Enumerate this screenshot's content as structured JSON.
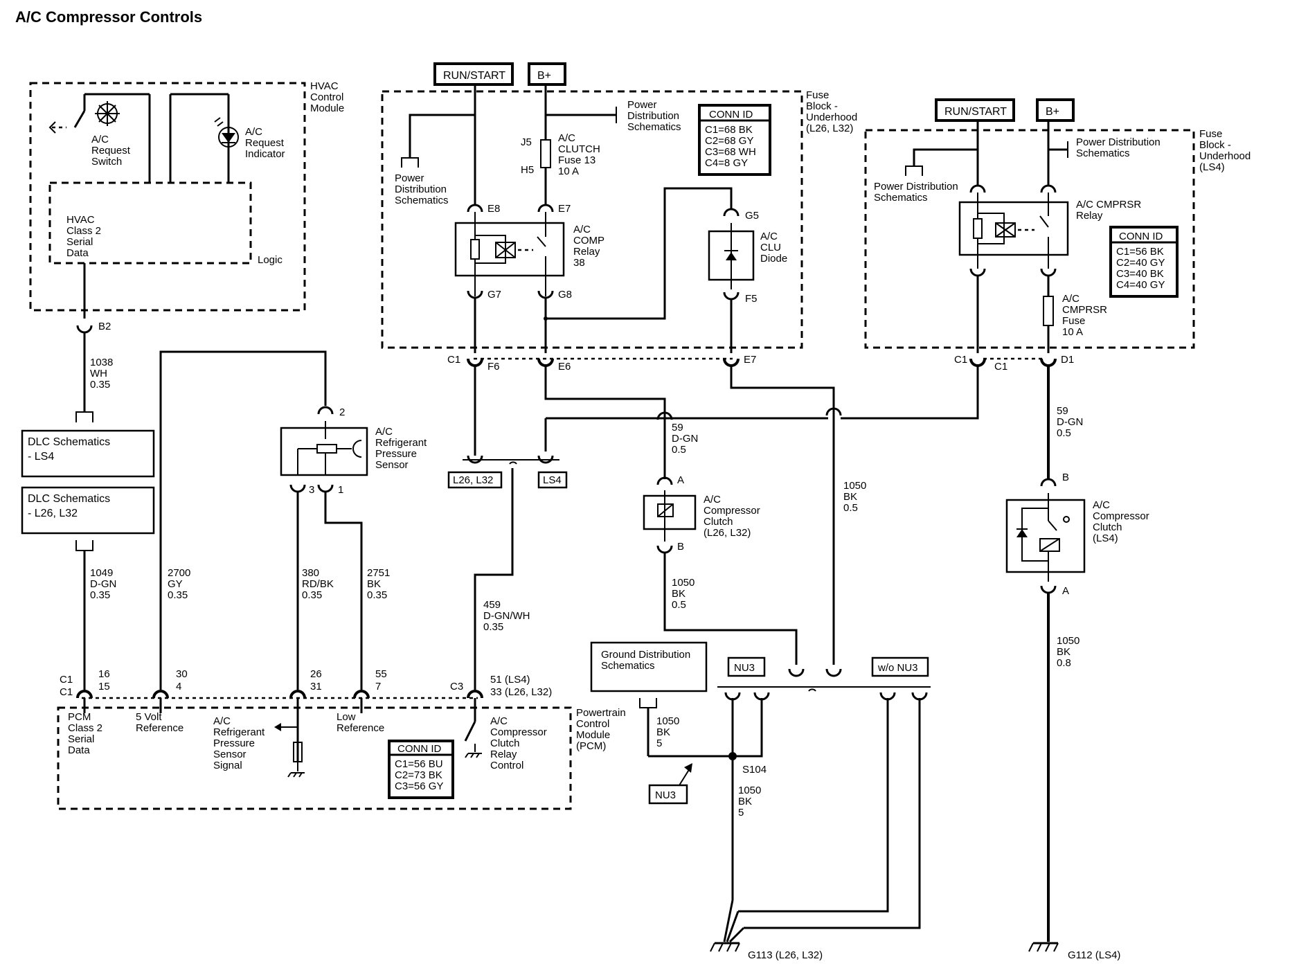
{
  "title": "A/C Compressor Controls",
  "power_labels": {
    "run_start": "RUN/START",
    "bplus": "B+"
  },
  "hvac": {
    "module": [
      "HVAC",
      "Control",
      "Module"
    ],
    "switch": [
      "A/C",
      "Request",
      "Switch"
    ],
    "indicator": [
      "A/C",
      "Request",
      "Indicator"
    ],
    "serial": [
      "HVAC",
      "Class 2",
      "Serial",
      "Data"
    ],
    "logic": "Logic",
    "pin": "B2"
  },
  "wire_1038": [
    "1038",
    "WH",
    "0.35"
  ],
  "dlc": {
    "ls4": [
      "DLC Schematics",
      "- LS4"
    ],
    "l26": [
      "DLC Schematics",
      "- L26, L32"
    ]
  },
  "wire_1049": [
    "1049",
    "D-GN",
    "0.35"
  ],
  "wire_2700": [
    "2700",
    "GY",
    "0.35"
  ],
  "wire_380": [
    "380",
    "RD/BK",
    "0.35"
  ],
  "wire_2751": [
    "2751",
    "BK",
    "0.35"
  ],
  "wire_459": [
    "459",
    "D-GN/WH",
    "0.35"
  ],
  "sensor": {
    "label": [
      "A/C",
      "Refrigerant",
      "Pressure",
      "Sensor"
    ],
    "pin_top": "2",
    "pin_3": "3",
    "pin_1": "1"
  },
  "fuse_block_l26": {
    "title": [
      "Fuse",
      "Block -",
      "Underhood",
      "(L26, L32)"
    ],
    "pds_left": [
      "Power",
      "Distribution",
      "Schematics"
    ],
    "pds_right": [
      "Power",
      "Distribution",
      "Schematics"
    ],
    "fuse": [
      "A/C",
      "CLUTCH",
      "Fuse 13",
      "10 A"
    ],
    "j5": "J5",
    "h5": "H5",
    "e8": "E8",
    "e7": "E7",
    "g7": "G7",
    "g8": "G8",
    "g5": "G5",
    "f5": "F5",
    "relay": [
      "A/C",
      "COMP",
      "Relay",
      "38"
    ],
    "diode": [
      "A/C",
      "CLU",
      "Diode"
    ],
    "conn_title": "CONN ID",
    "conn": [
      "C1=68 BK",
      "C2=68 GY",
      "C3=68 WH",
      "C4=8 GY"
    ]
  },
  "lower_pins_l26": {
    "c1": "C1",
    "f6": "F6",
    "e6": "E6",
    "e7": "E7"
  },
  "options": {
    "l26": "L26, L32",
    "ls4": "LS4",
    "nu3": "NU3",
    "wo_nu3": "w/o NU3",
    "nu3b": "NU3"
  },
  "wire_59_left": [
    "59",
    "D-GN",
    "0.5"
  ],
  "clutch_l26": {
    "label": [
      "A/C",
      "Compressor",
      "Clutch",
      "(L26, L32)"
    ],
    "a": "A",
    "b": "B"
  },
  "wire_1050_a": [
    "1050",
    "BK",
    "0.5"
  ],
  "wire_1050_b": [
    "1050",
    "BK",
    "0.5"
  ],
  "ground_dist": [
    "Ground Distribution",
    "Schematics"
  ],
  "wire_1050_c": [
    "1050",
    "BK",
    "5"
  ],
  "wire_1050_d": [
    "1050",
    "BK",
    "5"
  ],
  "s104": "S104",
  "g113": "G113 (L26, L32)",
  "fuse_block_ls4": {
    "title": [
      "Fuse",
      "Block -",
      "Underhood",
      "(LS4)"
    ],
    "pds_left": [
      "Power Distribution",
      "Schematics"
    ],
    "pds_right": [
      "Power Distribution",
      "Schematics"
    ],
    "relay": [
      "A/C CMPRSR",
      "Relay"
    ],
    "fuse": [
      "A/C",
      "CMPRSR",
      "Fuse",
      "10 A"
    ],
    "conn_title": "CONN ID",
    "conn": [
      "C1=56 BK",
      "C2=40 GY",
      "C3=40 BK",
      "C4=40 GY"
    ],
    "c1a": "C1",
    "c1b": "C1",
    "d1": "D1"
  },
  "wire_59_right": [
    "59",
    "D-GN",
    "0.5"
  ],
  "clutch_ls4": {
    "label": [
      "A/C",
      "Compressor",
      "Clutch",
      "(LS4)"
    ],
    "b": "B",
    "a": "A"
  },
  "wire_1050_e": [
    "1050",
    "BK",
    "0.8"
  ],
  "g112": "G112 (LS4)",
  "pcm": {
    "title": [
      "Powertrain",
      "Control",
      "Module",
      "(PCM)"
    ],
    "c1": "C1",
    "c1b": "C1",
    "p16": "16",
    "p15": "15",
    "p30": "30",
    "p4": "4",
    "p26": "26",
    "p31": "31",
    "p55": "55",
    "p7": "7",
    "c3": "C3",
    "p51": "51 (LS4)",
    "p33": "33 (L26, L32)",
    "serial": [
      "PCM",
      "Class 2",
      "Serial",
      "Data"
    ],
    "ref5": [
      "5 Volt",
      "Reference"
    ],
    "signal": [
      "A/C",
      "Refrigerant",
      "Pressure",
      "Sensor",
      "Signal"
    ],
    "lowref": [
      "Low",
      "Reference"
    ],
    "relay_ctrl": [
      "A/C",
      "Compressor",
      "Clutch",
      "Relay",
      "Control"
    ],
    "conn_title": "CONN ID",
    "conn": [
      "C1=56 BU",
      "C2=73 BK",
      "C3=56 GY"
    ]
  }
}
